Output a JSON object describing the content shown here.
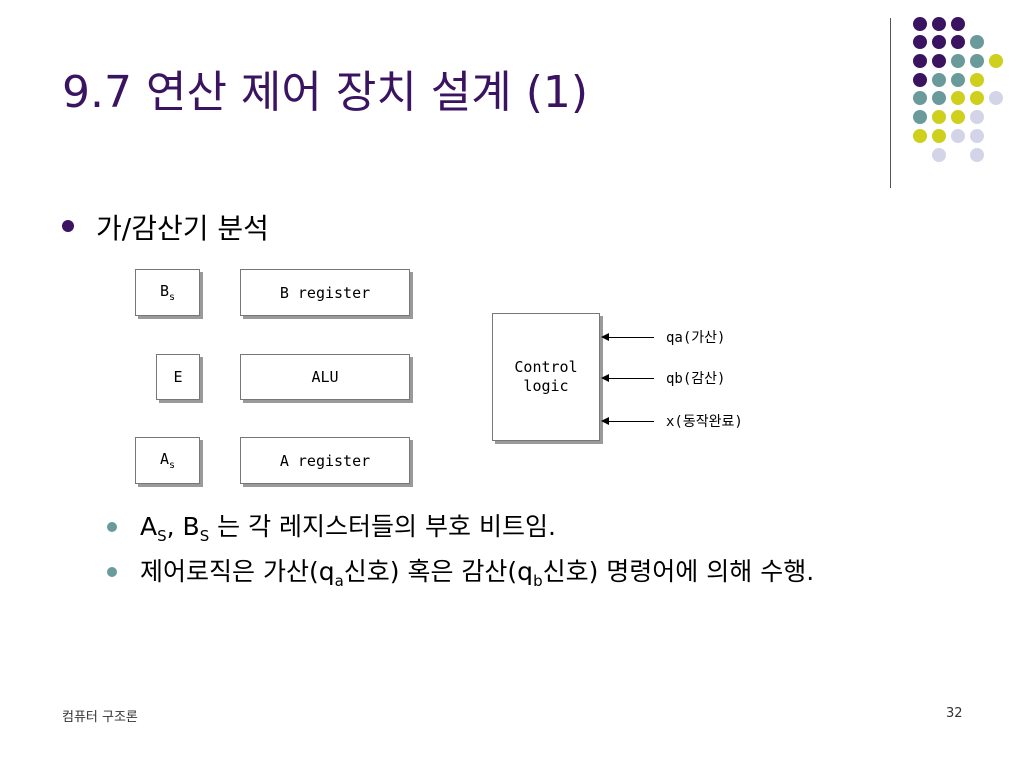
{
  "title": "9.7 연산 제어 장치 설계 (1)",
  "colors": {
    "purple": "#3a1460",
    "teal": "#6a9a9a",
    "yellow": "#cfcf1e",
    "lavender": "#d4d4e8"
  },
  "bullet": "가/감산기 분석",
  "diagram": {
    "bs_main": "B",
    "bs_sub": "s",
    "b_register": "B register",
    "e": "E",
    "alu": "ALU",
    "as_main": "A",
    "as_sub": "s",
    "a_register": "A register",
    "control_line1": "Control",
    "control_line2": "logic",
    "signal_qa": "qa(가산)",
    "signal_qb": "qb(감산)",
    "signal_x": "x(동작완료)"
  },
  "sub_bullets": {
    "item1_a": "A",
    "item1_a_sub": "S",
    "item1_sep": ", B",
    "item1_b_sub": "S",
    "item1_rest": " 는 각 레지스터들의 부호 비트임.",
    "item2_part1": "제어로직은 가산(q",
    "item2_sub_a": "a",
    "item2_part2": "신호) 혹은 감산(q",
    "item2_sub_b": "b",
    "item2_part3": "신호) 명령어에 의해 수행."
  },
  "footer": {
    "left": "컴퓨터 구조론",
    "page": "32"
  }
}
